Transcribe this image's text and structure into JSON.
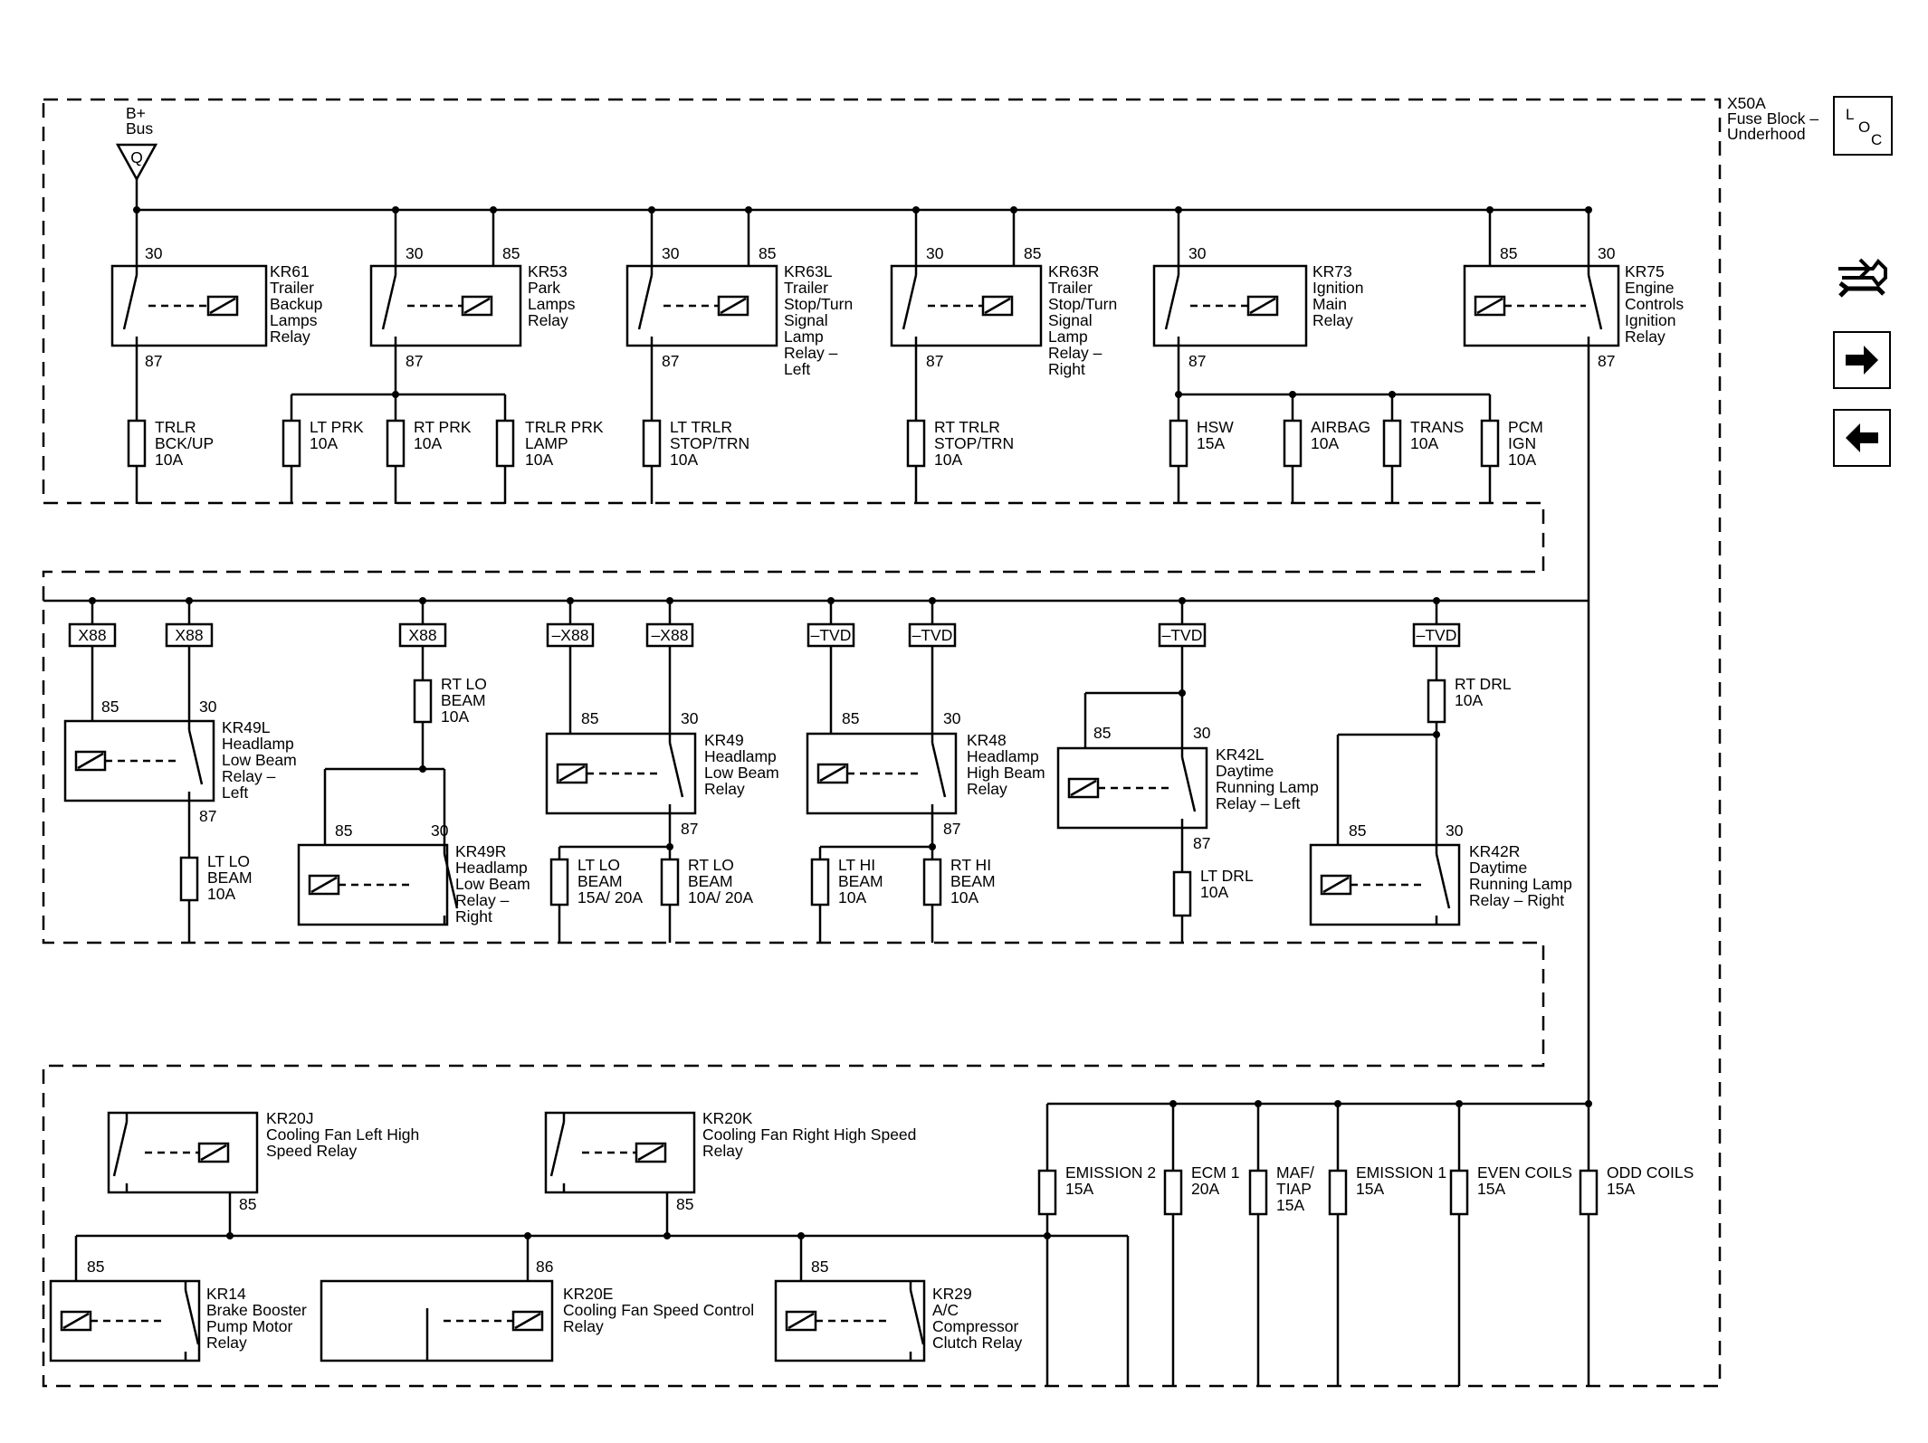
{
  "title": {
    "id": "X50A",
    "lines": [
      "X50A",
      "Fuse Block –",
      "Underhood"
    ]
  },
  "bus": {
    "lines": [
      "B+",
      "Bus"
    ],
    "marker": "Q"
  },
  "nav": {
    "loc_letters": [
      "L",
      "O",
      "C"
    ],
    "icons": [
      "component-location-tools-icon",
      "next-arrow-icon",
      "previous-arrow-icon"
    ]
  },
  "relays": [
    {
      "id": "KR61",
      "name": [
        "KR61",
        "Trailer",
        "Backup",
        "Lamps",
        "Relay"
      ],
      "pins": [
        "30",
        "87"
      ]
    },
    {
      "id": "KR53",
      "name": [
        "KR53",
        "Park",
        "Lamps",
        "Relay"
      ],
      "pins": [
        "30",
        "85",
        "87"
      ]
    },
    {
      "id": "KR63L",
      "name": [
        "KR63L",
        "Trailer",
        "Stop/Turn",
        "Signal",
        "Lamp",
        "Relay –",
        "Left"
      ],
      "pins": [
        "30",
        "85",
        "87"
      ]
    },
    {
      "id": "KR63R",
      "name": [
        "KR63R",
        "Trailer",
        "Stop/Turn",
        "Signal",
        "Lamp",
        "Relay –",
        "Right"
      ],
      "pins": [
        "30",
        "85",
        "87"
      ]
    },
    {
      "id": "KR73",
      "name": [
        "KR73",
        "Ignition",
        "Main",
        "Relay"
      ],
      "pins": [
        "30",
        "87"
      ]
    },
    {
      "id": "KR75",
      "name": [
        "KR75",
        "Engine",
        "Controls",
        "Ignition",
        "Relay"
      ],
      "pins": [
        "85",
        "30",
        "87"
      ]
    },
    {
      "id": "KR49L",
      "name": [
        "KR49L",
        "Headlamp",
        "Low Beam",
        "Relay –",
        "Left"
      ],
      "pins": [
        "85",
        "30",
        "87"
      ]
    },
    {
      "id": "KR49R",
      "name": [
        "KR49R",
        "Headlamp",
        "Low Beam",
        "Relay –",
        "Right"
      ],
      "pins": [
        "85",
        "30"
      ]
    },
    {
      "id": "KR49",
      "name": [
        "KR49",
        "Headlamp",
        "Low Beam",
        "Relay"
      ],
      "pins": [
        "85",
        "30",
        "87"
      ]
    },
    {
      "id": "KR48",
      "name": [
        "KR48",
        "Headlamp",
        "High Beam",
        "Relay"
      ],
      "pins": [
        "85",
        "30",
        "87"
      ]
    },
    {
      "id": "KR42L",
      "name": [
        "KR42L",
        "Daytime",
        "Running Lamp",
        "Relay – Left"
      ],
      "pins": [
        "85",
        "30",
        "87"
      ]
    },
    {
      "id": "KR42R",
      "name": [
        "KR42R",
        "Daytime",
        "Running Lamp",
        "Relay – Right"
      ],
      "pins": [
        "85",
        "30"
      ]
    },
    {
      "id": "KR20J",
      "name": [
        "KR20J",
        "Cooling Fan Left High",
        "Speed Relay"
      ],
      "pins": [
        "85"
      ]
    },
    {
      "id": "KR20K",
      "name": [
        "KR20K",
        "Cooling Fan Right High Speed",
        "Relay"
      ],
      "pins": [
        "85"
      ]
    },
    {
      "id": "KR14",
      "name": [
        "KR14",
        "Brake Booster",
        "Pump Motor",
        "Relay"
      ],
      "pins": [
        "85"
      ]
    },
    {
      "id": "KR20E",
      "name": [
        "KR20E",
        "Cooling Fan Speed Control",
        "Relay"
      ],
      "pins": [
        "86"
      ]
    },
    {
      "id": "KR29",
      "name": [
        "KR29",
        "A/C",
        "Compressor",
        "Clutch Relay"
      ],
      "pins": [
        "85"
      ]
    }
  ],
  "fuses": [
    {
      "id": "trlr-bck-up",
      "label": [
        "TRLR",
        "BCK/UP",
        "10A"
      ]
    },
    {
      "id": "lt-prk",
      "label": [
        "LT PRK",
        "10A"
      ]
    },
    {
      "id": "rt-prk",
      "label": [
        "RT PRK",
        "10A"
      ]
    },
    {
      "id": "trlr-prk-lamp",
      "label": [
        "TRLR PRK",
        "LAMP",
        "10A"
      ]
    },
    {
      "id": "lt-trlr-stop",
      "label": [
        "LT TRLR",
        "STOP/TRN",
        "10A"
      ]
    },
    {
      "id": "rt-trlr-stop",
      "label": [
        "RT TRLR",
        "STOP/TRN",
        "10A"
      ]
    },
    {
      "id": "hsw",
      "label": [
        "HSW",
        "15A"
      ]
    },
    {
      "id": "airbag",
      "label": [
        "AIRBAG",
        "10A"
      ]
    },
    {
      "id": "trans",
      "label": [
        "TRANS",
        "10A"
      ]
    },
    {
      "id": "pcm-ign",
      "label": [
        "PCM",
        "IGN",
        "10A"
      ]
    },
    {
      "id": "rt-lo-beam-top",
      "label": [
        "RT LO",
        "BEAM",
        "10A"
      ]
    },
    {
      "id": "rt-drl",
      "label": [
        "RT DRL",
        "10A"
      ]
    },
    {
      "id": "lt-lo-beam",
      "label": [
        "LT LO",
        "BEAM",
        "10A"
      ]
    },
    {
      "id": "lt-lo-beam-2",
      "label": [
        "LT LO",
        "BEAM",
        "15A/ 20A"
      ]
    },
    {
      "id": "rt-lo-beam",
      "label": [
        "RT LO",
        "BEAM",
        "10A/ 20A"
      ]
    },
    {
      "id": "lt-hi-beam",
      "label": [
        "LT HI",
        "BEAM",
        "10A"
      ]
    },
    {
      "id": "rt-hi-beam",
      "label": [
        "RT HI",
        "BEAM",
        "10A"
      ]
    },
    {
      "id": "lt-drl",
      "label": [
        "LT DRL",
        "10A"
      ]
    },
    {
      "id": "emission-2",
      "label": [
        "EMISSION 2",
        "15A"
      ]
    },
    {
      "id": "ecm-1",
      "label": [
        "ECM 1",
        "20A"
      ]
    },
    {
      "id": "maf-tiap",
      "label": [
        "MAF/",
        "TIAP",
        "15A"
      ]
    },
    {
      "id": "emission-1",
      "label": [
        "EMISSION 1",
        "15A"
      ]
    },
    {
      "id": "even-coils",
      "label": [
        "EVEN COILS",
        "15A"
      ]
    },
    {
      "id": "odd-coils",
      "label": [
        "ODD COILS",
        "15A"
      ]
    }
  ],
  "connectors": [
    "X88",
    "X88",
    "X88",
    "–X88",
    "–X88",
    "–TVD",
    "–TVD",
    "–TVD",
    "–TVD"
  ]
}
